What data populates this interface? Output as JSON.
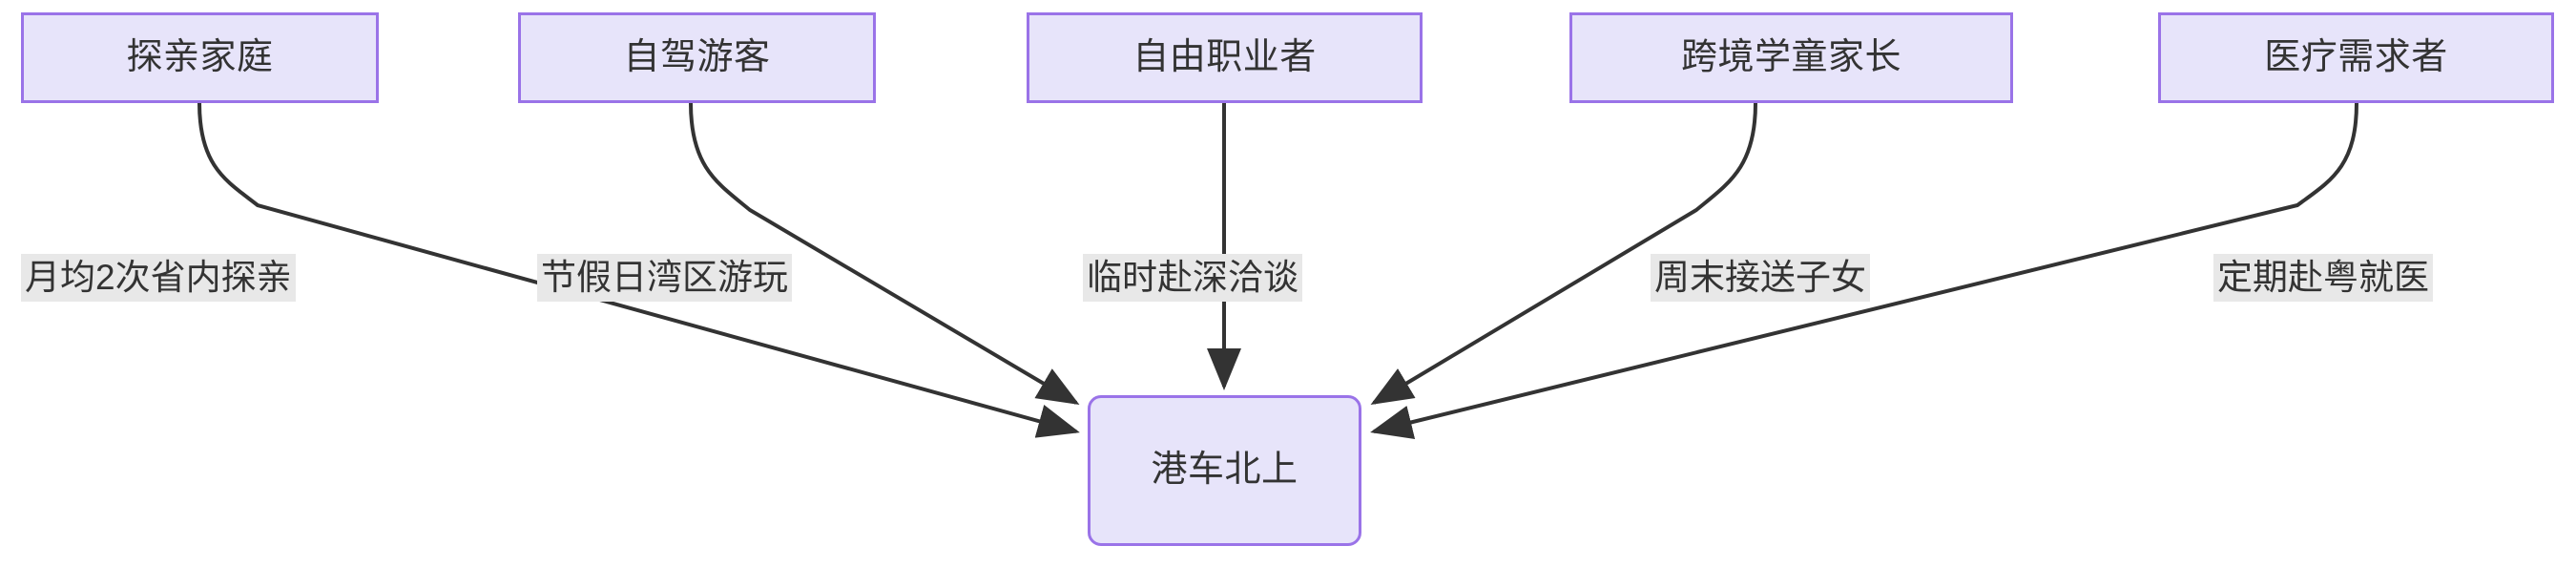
{
  "diagram": {
    "type": "flowchart",
    "direction": "bottom-up-convergent",
    "title_text": "",
    "colors": {
      "node_fill": "#e7e4fa",
      "node_border": "#9a73e8",
      "edge_stroke": "#333333",
      "label_background": "#e8e8e8",
      "text": "#333333",
      "canvas": "#ffffff"
    },
    "source_nodes": [
      {
        "id": "n1",
        "label": "探亲家庭"
      },
      {
        "id": "n2",
        "label": "自驾游客"
      },
      {
        "id": "n3",
        "label": "自由职业者"
      },
      {
        "id": "n4",
        "label": "跨境学童家长"
      },
      {
        "id": "n5",
        "label": "医疗需求者"
      }
    ],
    "target_node": {
      "id": "t1",
      "label": "港车北上"
    },
    "edges": [
      {
        "from": "n1",
        "to": "t1",
        "label": "月均2次省内探亲"
      },
      {
        "from": "n2",
        "to": "t1",
        "label": "节假日湾区游玩"
      },
      {
        "from": "n3",
        "to": "t1",
        "label": "临时赴深洽谈"
      },
      {
        "from": "n4",
        "to": "t1",
        "label": "周末接送子女"
      },
      {
        "from": "n5",
        "to": "t1",
        "label": "定期赴粤就医"
      }
    ]
  }
}
